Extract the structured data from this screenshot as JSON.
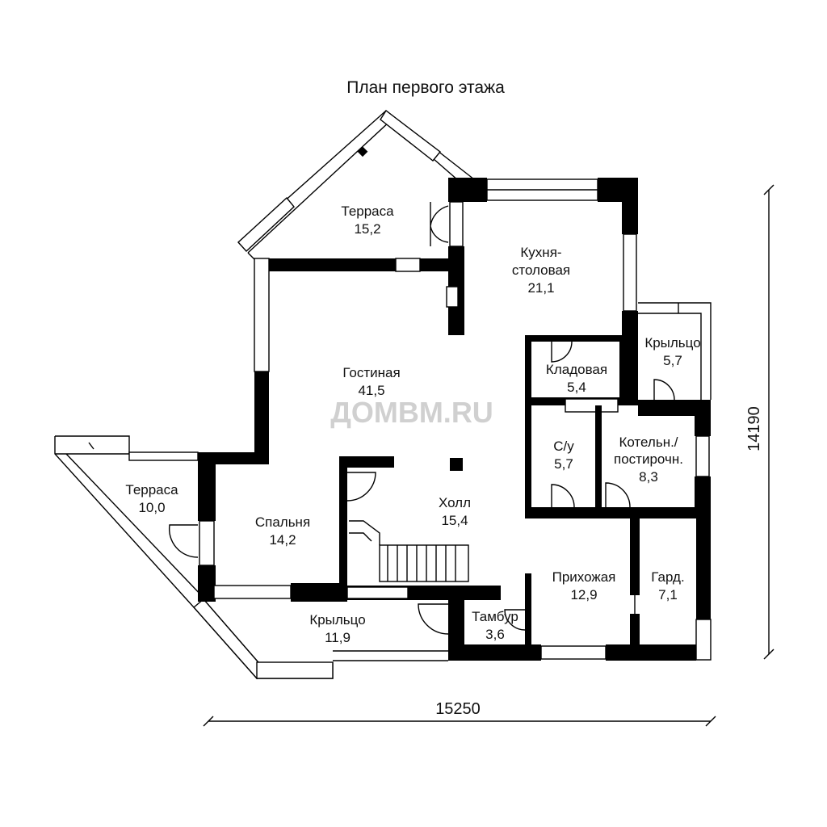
{
  "title": "План первого этажа",
  "watermark": "ДОМBM.RU",
  "dimensions": {
    "width": "15250",
    "height": "14190"
  },
  "rooms": {
    "terrace_top": {
      "name": "Терраса",
      "area": "15,2"
    },
    "kitchen_line1": "Кухня-",
    "kitchen_line2": "столовая",
    "kitchen_area": "21,1",
    "porch_right": {
      "name": "Крыльцо",
      "area": "5,7"
    },
    "pantry": {
      "name": "Кладовая",
      "area": "5,4"
    },
    "living": {
      "name": "Гостиная",
      "area": "41,5"
    },
    "bath": {
      "name": "С/у",
      "area": "5,7"
    },
    "boiler_line1": "Котельн./",
    "boiler_line2": "постирочн.",
    "boiler_area": "8,3",
    "terrace_left": {
      "name": "Терраса",
      "area": "10,0"
    },
    "bedroom": {
      "name": "Спальня",
      "area": "14,2"
    },
    "hall": {
      "name": "Холл",
      "area": "15,4"
    },
    "entry": {
      "name": "Прихожая",
      "area": "12,9"
    },
    "wardrobe": {
      "name": "Гард.",
      "area": "7,1"
    },
    "porch_bottom": {
      "name": "Крыльцо",
      "area": "11,9"
    },
    "vestibule": {
      "name": "Тамбур",
      "area": "3,6"
    }
  }
}
